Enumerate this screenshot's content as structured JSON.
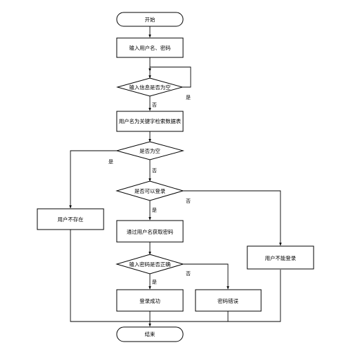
{
  "nodes": {
    "start": "开始",
    "input_user_pass": "输入用户名、密码",
    "check_empty_input": "输入信息是否为空",
    "search_table": "用户名为关键字检索数据表",
    "check_result_empty": "是否为空",
    "user_not_exist": "用户不存在",
    "check_can_login": "是否可以登录",
    "get_password": "通过用户名获取密码",
    "cannot_login": "用户不能登录",
    "check_password": "输入密码是否正确",
    "login_success": "登录成功",
    "password_error": "密码错误",
    "end": "结束"
  },
  "edges": {
    "yes": "是",
    "no": "否"
  }
}
